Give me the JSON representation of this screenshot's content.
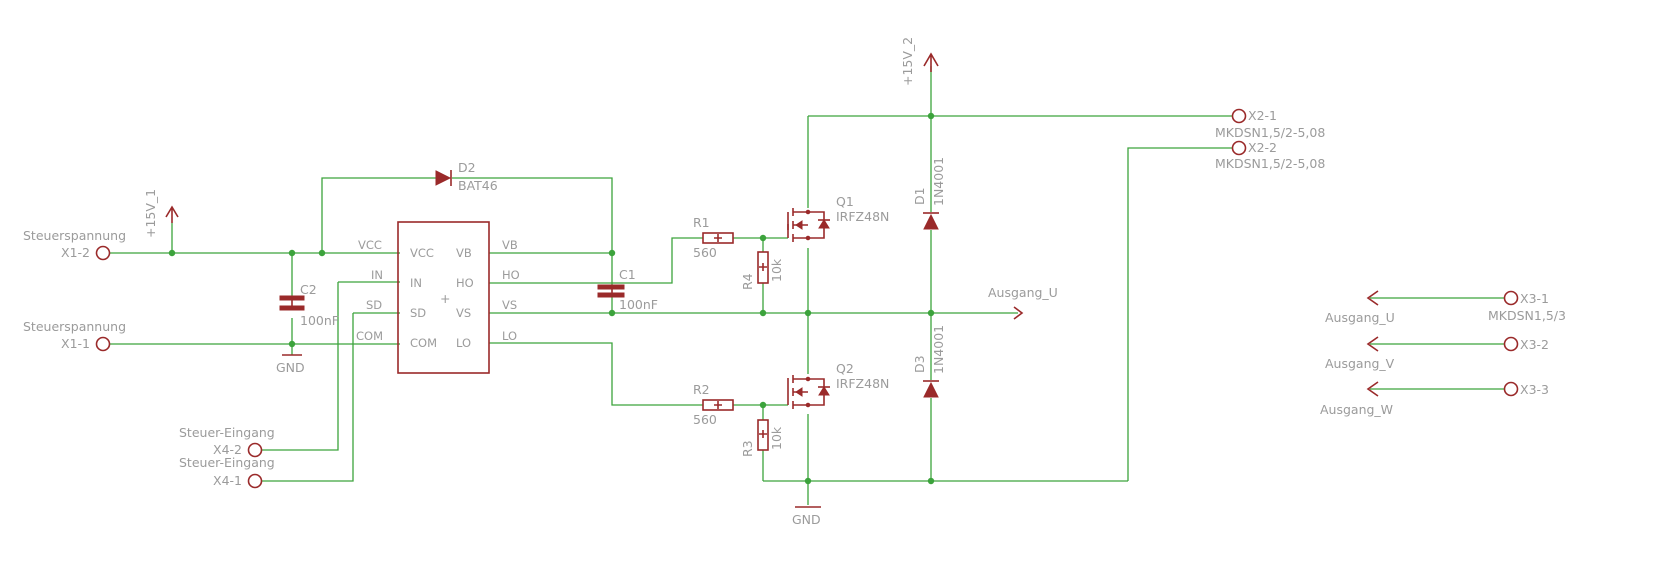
{
  "supplies": {
    "p15v1": "+15V_1",
    "p15v2": "+15V_2",
    "gnd_c2": "GND",
    "gnd_bottom": "GND"
  },
  "connectors": {
    "x1_2": {
      "name": "Steuerspannung",
      "pin": "X1-2"
    },
    "x1_1": {
      "name": "Steuerspannung",
      "pin": "X1-1"
    },
    "x4_2": {
      "name": "Steuer-Eingang",
      "pin": "X4-2"
    },
    "x4_1": {
      "name": "Steuer-Eingang",
      "pin": "X4-1"
    },
    "x2_1": {
      "pin": "X2-1",
      "value": "MKDSN1,5/2-5,08"
    },
    "x2_2": {
      "pin": "X2-2",
      "value": "MKDSN1,5/2-5,08"
    },
    "x3_1": {
      "pin": "X3-1",
      "value": "MKDSN1,5/3"
    },
    "x3_2": {
      "pin": "X3-2"
    },
    "x3_3": {
      "pin": "X3-3"
    }
  },
  "ic": {
    "left_pins": [
      "VCC",
      "IN",
      "SD",
      "COM"
    ],
    "right_pins": [
      "VB",
      "HO",
      "VS",
      "LO"
    ],
    "left_nets": [
      "VCC",
      "IN",
      "SD",
      "COM"
    ],
    "right_nets": [
      "VB",
      "HO",
      "VS",
      "LO"
    ]
  },
  "components": {
    "d2": {
      "name": "D2",
      "value": "BAT46"
    },
    "c1": {
      "name": "C1",
      "value": "100nF"
    },
    "c2": {
      "name": "C2",
      "value": "100nF"
    },
    "r1": {
      "name": "R1",
      "value": "560"
    },
    "r2": {
      "name": "R2",
      "value": "560"
    },
    "r3": {
      "name": "R3",
      "value": "10k"
    },
    "r4": {
      "name": "R4",
      "value": "10k"
    },
    "q1": {
      "name": "Q1",
      "value": "IRFZ48N"
    },
    "q2": {
      "name": "Q2",
      "value": "IRFZ48N"
    },
    "d1": {
      "name": "D1",
      "value": "1N4001"
    },
    "d3": {
      "name": "D3",
      "value": "1N4001"
    }
  },
  "nets": {
    "ausgang_u_main": "Ausgang_U",
    "ausgang_u": "Ausgang_U",
    "ausgang_v": "Ausgang_V",
    "ausgang_w": "Ausgang_W"
  },
  "colors": {
    "wire": "#3ca33c",
    "symbol": "#9a2a2a",
    "text": "#9b9b9b"
  }
}
